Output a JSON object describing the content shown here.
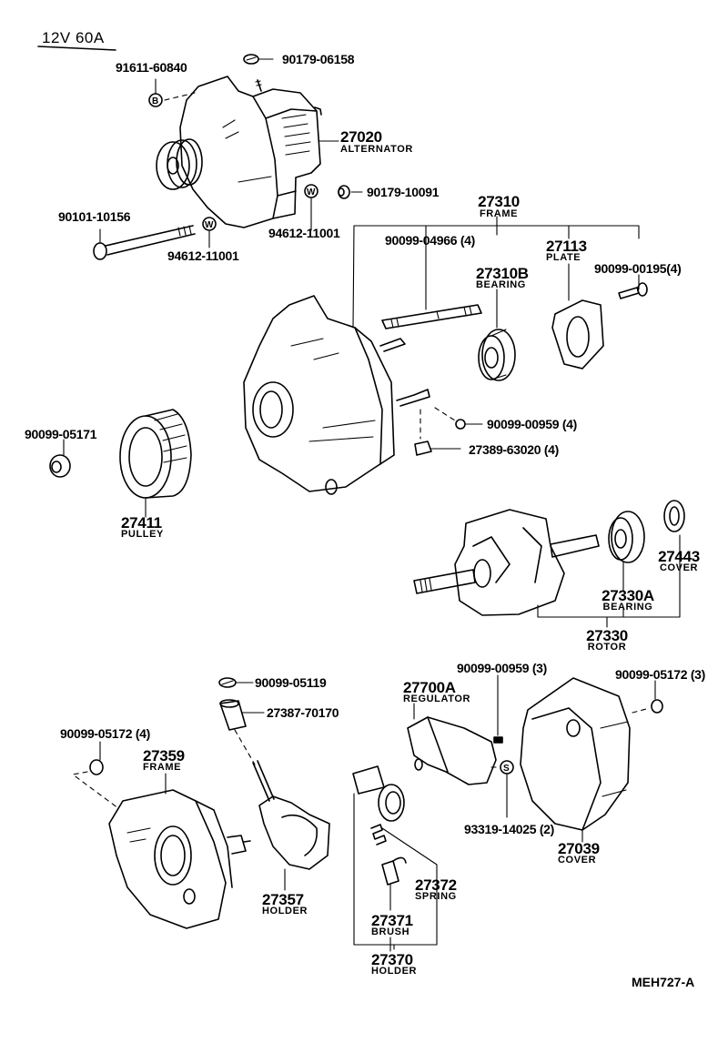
{
  "diagram": {
    "title": "12V 60A",
    "drawing_code": "MEH727-A",
    "parts": {
      "p_91611_60840": {
        "number": "91611-60840",
        "symbol": "B"
      },
      "p_90179_06158": {
        "number": "90179-06158"
      },
      "p_27020": {
        "number": "27020",
        "name": "ALTERNATOR"
      },
      "p_90179_10091": {
        "number": "90179-10091"
      },
      "p_94612_11001_a": {
        "number": "94612-11001",
        "symbol": "W"
      },
      "p_94612_11001_b": {
        "number": "94612-11001",
        "symbol": "W"
      },
      "p_90101_10156": {
        "number": "90101-10156"
      },
      "p_27310": {
        "number": "27310",
        "name": "FRAME"
      },
      "p_90099_04966": {
        "number": "90099-04966 (4)"
      },
      "p_27310B": {
        "number": "27310B",
        "name": "BEARING"
      },
      "p_27113": {
        "number": "27113",
        "name": "PLATE"
      },
      "p_90099_00195": {
        "number": "90099-00195(4)"
      },
      "p_90099_00959_4": {
        "number": "90099-00959 (4)"
      },
      "p_27389_63020": {
        "number": "27389-63020 (4)"
      },
      "p_90099_05171": {
        "number": "90099-05171"
      },
      "p_27411": {
        "number": "27411",
        "name": "PULLEY"
      },
      "p_27443": {
        "number": "27443",
        "name": "COVER"
      },
      "p_27330A": {
        "number": "27330A",
        "name": "BEARING"
      },
      "p_27330": {
        "number": "27330",
        "name": "ROTOR"
      },
      "p_90099_05119": {
        "number": "90099-05119"
      },
      "p_27387_70170": {
        "number": "27387-70170"
      },
      "p_27700A": {
        "number": "27700A",
        "name": "REGULATOR"
      },
      "p_90099_00959_3": {
        "number": "90099-00959 (3)"
      },
      "p_90099_05172_3": {
        "number": "90099-05172 (3)"
      },
      "p_90099_05172_4": {
        "number": "90099-05172 (4)"
      },
      "p_27359": {
        "number": "27359",
        "name": "FRAME"
      },
      "p_27357": {
        "number": "27357",
        "name": "HOLDER"
      },
      "p_93319_14025": {
        "number": "93319-14025 (2)",
        "symbol": "S"
      },
      "p_27039": {
        "number": "27039",
        "name": "COVER"
      },
      "p_27372": {
        "number": "27372",
        "name": "SPRING"
      },
      "p_27371": {
        "number": "27371",
        "name": "BRUSH"
      },
      "p_27370": {
        "number": "27370",
        "name": "HOLDER"
      }
    }
  }
}
